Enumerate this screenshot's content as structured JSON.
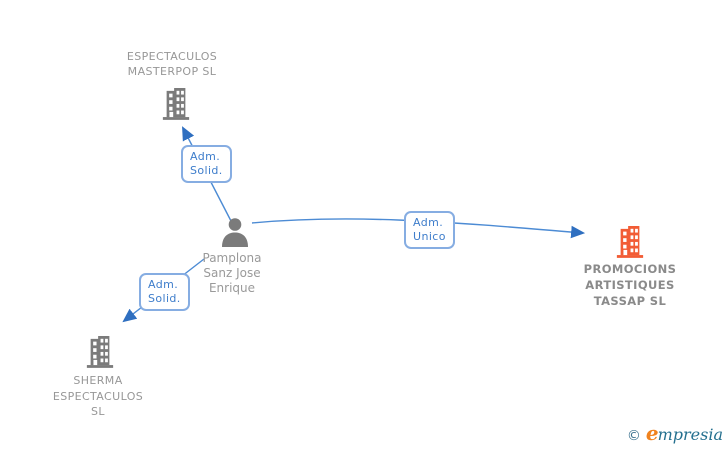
{
  "person": {
    "name": "Pamplona Sanz Jose Enrique",
    "name_lines": [
      "Pamplona",
      "Sanz Jose",
      "Enrique"
    ]
  },
  "companies": {
    "masterpop": {
      "name": "ESPECTACULOS MASTERPOP SL",
      "name_lines": [
        "ESPECTACULOS",
        "MASTERPOP SL"
      ],
      "icon": "building-icon",
      "icon_color": "#7b7b7b"
    },
    "tassap": {
      "name": "PROMOCIONS ARTISTIQUES TASSAP SL",
      "name_lines": [
        "PROMOCIONS",
        "ARTISTIQUES",
        "TASSAP SL"
      ],
      "icon": "building-icon",
      "icon_color": "#f25c35"
    },
    "sherma": {
      "name": "SHERMA ESPECTACULOS SL",
      "name_lines": [
        "SHERMA",
        "ESPECTACULOS",
        "SL"
      ],
      "icon": "building-icon",
      "icon_color": "#7b7b7b"
    }
  },
  "relationships": [
    {
      "from": "Pamplona Sanz Jose Enrique",
      "to": "ESPECTACULOS MASTERPOP SL",
      "label": "Adm. Solid.",
      "label_lines": [
        "Adm.",
        "Solid."
      ]
    },
    {
      "from": "Pamplona Sanz Jose Enrique",
      "to": "PROMOCIONS ARTISTIQUES TASSAP SL",
      "label": "Adm. Unico",
      "label_lines": [
        "Adm.",
        "Unico"
      ]
    },
    {
      "from": "Pamplona Sanz Jose Enrique",
      "to": "SHERMA ESPECTACULOS SL",
      "label": "Adm. Solid.",
      "label_lines": [
        "Adm.",
        "Solid."
      ]
    }
  ],
  "watermark": {
    "copyright": "©",
    "brand_initial": "e",
    "brand_rest": "mpresia"
  },
  "colors": {
    "edge": "#4c8bd4",
    "arrowhead": "#2f6fc0",
    "label_border": "#86ade2",
    "label_text": "#3e7dcb",
    "company_text": "#979797",
    "building_gray": "#7b7b7b",
    "building_orange": "#f25c35",
    "brand_orange": "#f0821e",
    "brand_teal": "#25708f"
  }
}
